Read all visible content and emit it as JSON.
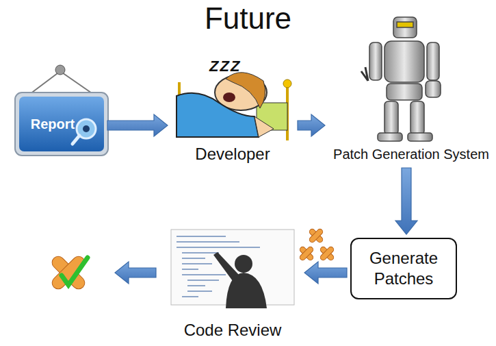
{
  "diagram": {
    "title": "Future",
    "nodes": [
      {
        "text": [
          "Report"
        ]
      },
      {
        "text": [
          "Developer"
        ]
      },
      {
        "text": [
          "Patch Generation System"
        ]
      },
      {
        "text": [
          "Generate Patches"
        ]
      },
      {
        "text": [
          "Code Review"
        ]
      }
    ],
    "edges": [
      {
        "from": 0,
        "to": 1,
        "arrow": "to"
      },
      {
        "from": 1,
        "to": 2,
        "arrow": "to"
      },
      {
        "from": 2,
        "to": 3,
        "arrow": "to"
      },
      {
        "from": 3,
        "to": 4,
        "arrow": "to"
      }
    ],
    "labels": [
      "ZZZ"
    ]
  }
}
